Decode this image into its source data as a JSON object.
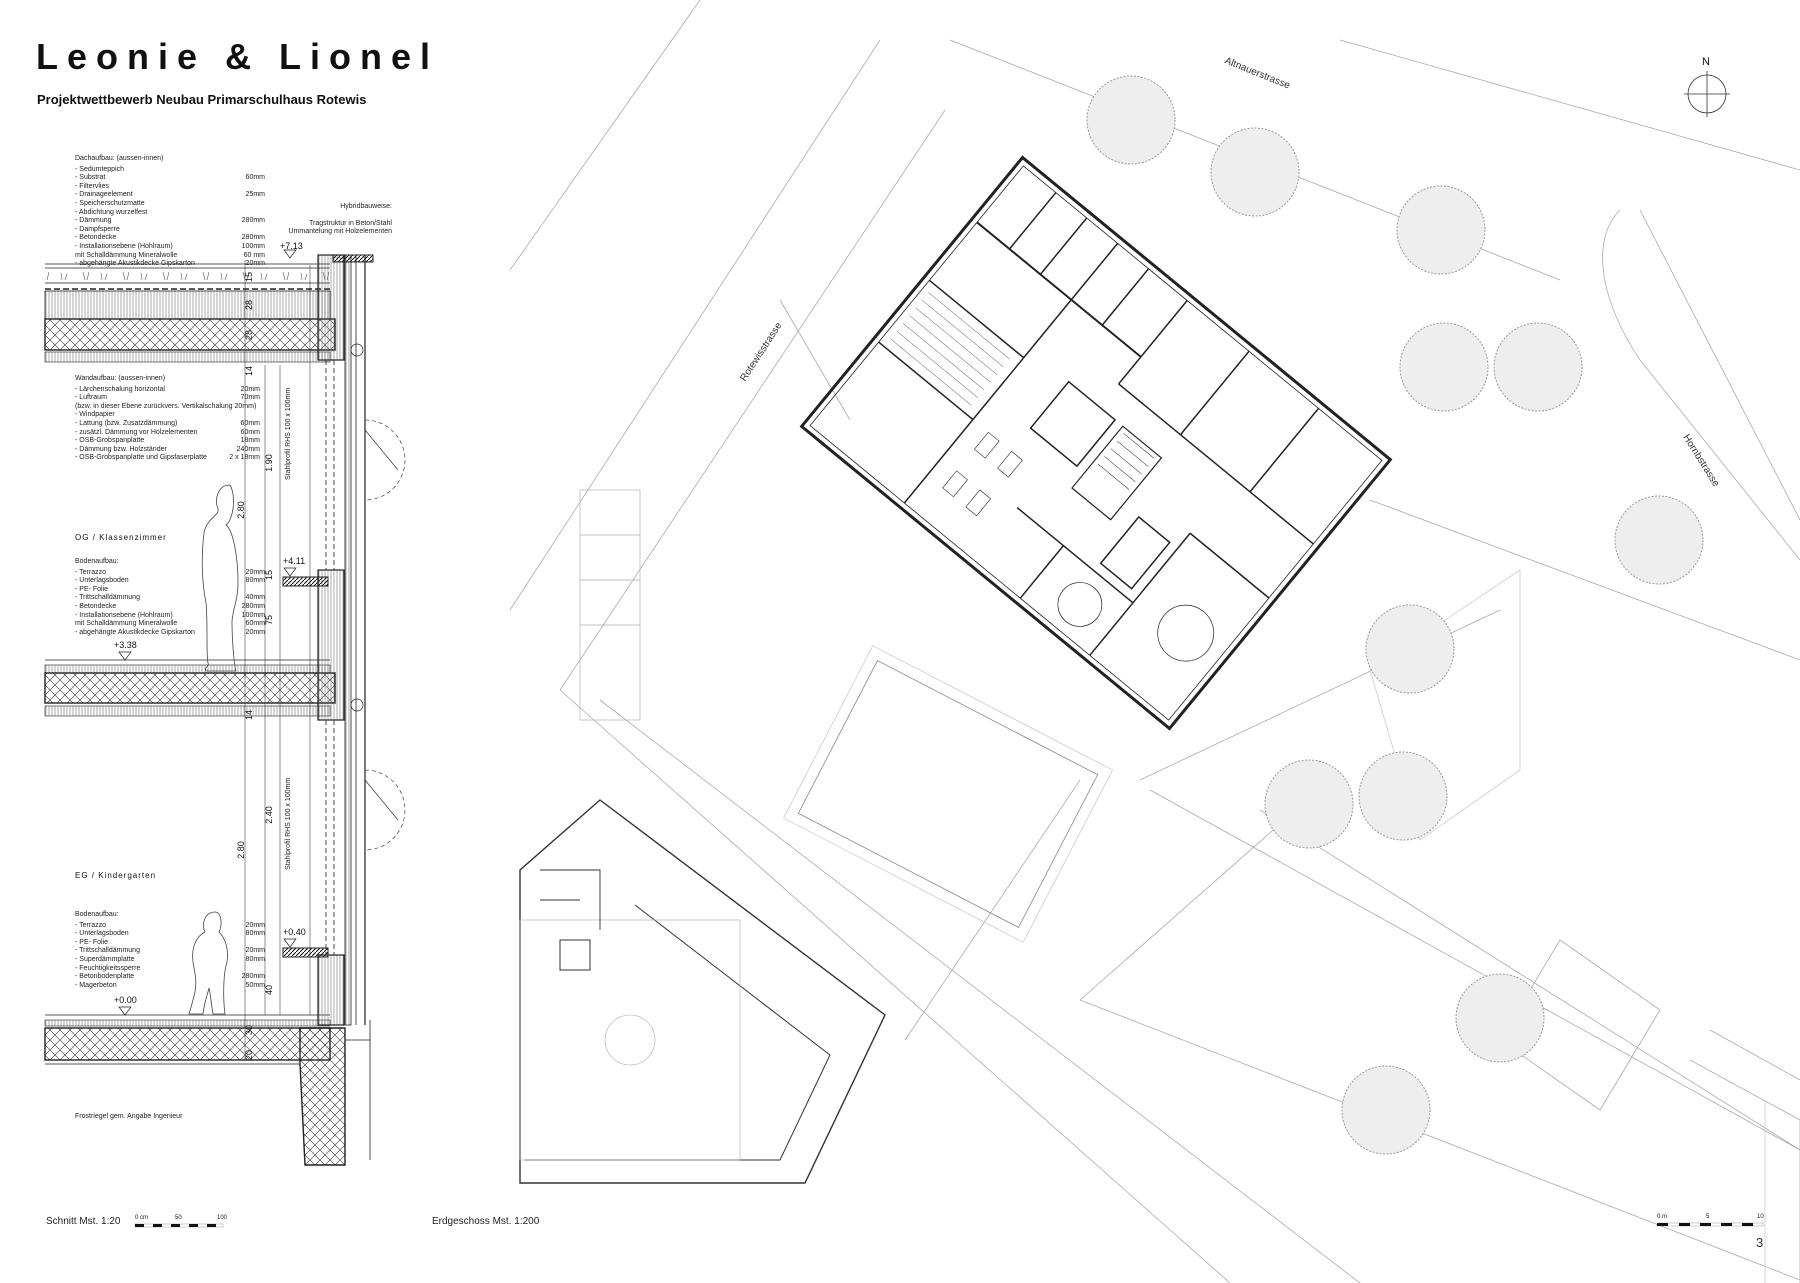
{
  "header": {
    "title": "Leonie & Lionel",
    "subtitle": "Projektwettbewerb Neubau Primarschulhaus Rotewis"
  },
  "section": {
    "roof": {
      "heading": "Dachaufbau: (aussen-innen)",
      "layers": [
        {
          "t": "- Sedumteppich",
          "v": ""
        },
        {
          "t": "- Substrat",
          "v": "60mm"
        },
        {
          "t": "- Filtervlies",
          "v": ""
        },
        {
          "t": "- Drainageelement",
          "v": "25mm"
        },
        {
          "t": "- Speicherschutzmatte",
          "v": ""
        },
        {
          "t": "- Abdichtung wurzelfest",
          "v": ""
        },
        {
          "t": "- Dämmung",
          "v": "280mm"
        },
        {
          "t": "- Dampfsperre",
          "v": ""
        },
        {
          "t": "- Betondecke",
          "v": "280mm"
        },
        {
          "t": "- Installationsebene (Hohlraum)",
          "v": "100mm"
        },
        {
          "t": "  mit Schalldämmung Mineralwolle",
          "v": "60 mm"
        },
        {
          "t": "- abgehängte Akustikdecke Gipskarton",
          "v": "20mm"
        }
      ]
    },
    "hybrid": {
      "heading": "Hybridbauweise:",
      "line1": "Tragstruktur in Beton/Stahl",
      "line2": "Ummantelung mit Holzelementen"
    },
    "wall": {
      "heading": "Wandaufbau: (aussen-innen)",
      "layers": [
        {
          "t": "- Lärchenschalung horizontal",
          "v": "20mm"
        },
        {
          "t": "- Luftraum",
          "v": "70mm"
        },
        {
          "t": "  (bzw. in dieser Ebene zurückvers. Vertikalschalung 20mm)",
          "v": ""
        },
        {
          "t": "- Windpapier",
          "v": ""
        },
        {
          "t": "- Lattung (bzw. Zusatzdämmung)",
          "v": "60mm"
        },
        {
          "t": "- zusätzl. Dämmung vor Holzelementen",
          "v": "60mm"
        },
        {
          "t": "- OSB-Grobspanplatte",
          "v": "18mm"
        },
        {
          "t": "- Dämmung bzw. Holzständer",
          "v": "240mm"
        },
        {
          "t": "- OSB-Grobspanplatte und Gipsfaserplatte",
          "v": "2 x 18mm"
        }
      ]
    },
    "og_label": "OG / Klassenzimmer",
    "floor_og": {
      "heading": "Bodenaufbau:",
      "layers": [
        {
          "t": "- Terrazzo",
          "v": "20mm"
        },
        {
          "t": "- Unterlagsboden",
          "v": "80mm"
        },
        {
          "t": "- PE- Folie",
          "v": ""
        },
        {
          "t": "- Trittschalldämmung",
          "v": "40mm"
        },
        {
          "t": "- Betondecke",
          "v": "280mm"
        },
        {
          "t": "- Installationsebene (Hohlraum)",
          "v": "100mm"
        },
        {
          "t": "  mit Schalldämmung Mineralwolle",
          "v": "60mm"
        },
        {
          "t": "- abgehängte Akustikdecke Gipskarton",
          "v": "20mm"
        }
      ]
    },
    "eg_label": "EG / Kindergarten",
    "floor_eg": {
      "heading": "Bodenaufbau:",
      "layers": [
        {
          "t": "- Terrazzo",
          "v": "20mm"
        },
        {
          "t": "- Unterlagsboden",
          "v": "80mm"
        },
        {
          "t": "- PE- Folie",
          "v": ""
        },
        {
          "t": "- Trittschalldämmung",
          "v": "20mm"
        },
        {
          "t": "- Superdämmplatte",
          "v": "80mm"
        },
        {
          "t": "- Feuchtigkeitssperre",
          "v": ""
        },
        {
          "t": "- Betonbodenplatte",
          "v": "280mm"
        },
        {
          "t": "- Magerbeton",
          "v": "50mm"
        }
      ]
    },
    "foundation_note": "Frostriegel gem. Angabe Ingenieur",
    "levels": {
      "roof": "+7.13",
      "og_sill": "+4.11",
      "og_floor": "+3.38",
      "eg_sill": "+0.40",
      "eg_floor": "+0.00"
    },
    "dims": {
      "d_roof_top": "15",
      "d_roof_ins": "28",
      "d_roof_slab": "28",
      "d_roof_ceil": "14",
      "d_og_window": "1.90",
      "d_og_height": "2.80",
      "d_og_sill_a": "15",
      "d_og_sill_b": "75",
      "d_og_floor": "14",
      "d_eg_window": "2.40",
      "d_eg_height": "2.80",
      "d_eg_sill": "40",
      "d_eg_floor": "30",
      "d_eg_slab": "20"
    },
    "column_label": "Stahlprofil RHS 100 x 100mm",
    "scale_label": "Schnitt Mst. 1:20",
    "scale_ticks": [
      "0 cm",
      "50",
      "100"
    ]
  },
  "plan": {
    "streets": [
      "Altnauerstrasse",
      "Rotewisstrasse",
      "Hornbstrasse"
    ],
    "scale_label": "Erdgeschoss Mst. 1:200",
    "scale_ticks": [
      "0 m",
      "5",
      "10"
    ],
    "north_label": "N"
  },
  "page_number": "3"
}
